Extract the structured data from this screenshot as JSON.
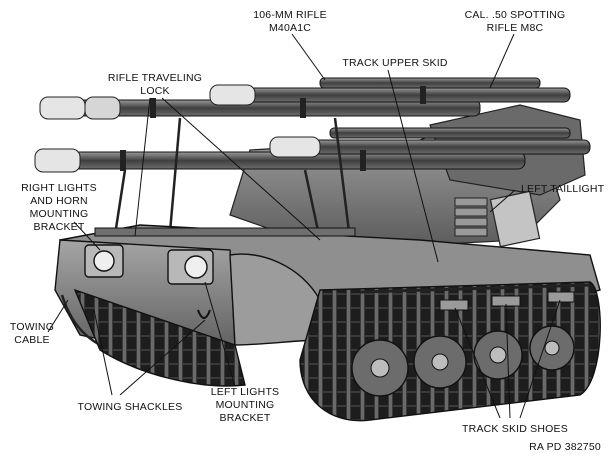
{
  "labels": {
    "rifle_106": "106-MM RIFLE\nM40A1C",
    "cal50": "CAL. .50 SPOTTING\nRIFLE M8C",
    "track_upper_skid": "TRACK UPPER SKID",
    "rifle_traveling_lock": "RIFLE TRAVELING\nLOCK",
    "right_lights": "RIGHT LIGHTS\nAND HORN\nMOUNTING\nBRACKET",
    "left_taillight": "LEFT TAILLIGHT",
    "towing_cable": "TOWING\nCABLE",
    "towing_shackles": "TOWING SHACKLES",
    "left_lights": "LEFT LIGHTS\nMOUNTING\nBRACKET",
    "track_skid_shoes": "TRACK SKID SHOES",
    "ra_pd": "RA PD  382750"
  },
  "colors": {
    "ink": "#111111",
    "hull": "#8a8a8a",
    "hull_dark": "#4a4a4a",
    "track": "#2a2a2a",
    "barrel": "#5c5c5c"
  }
}
